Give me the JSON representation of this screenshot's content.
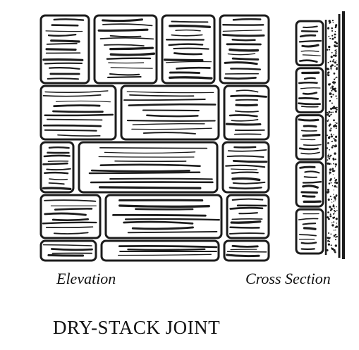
{
  "elevation": {
    "caption": "Elevation",
    "stones": [
      {
        "r": 0,
        "c": 0
      },
      {
        "r": 0,
        "c": 1
      },
      {
        "r": 0,
        "c": 2
      },
      {
        "r": 0,
        "c": 3
      },
      {
        "r": 1,
        "c": 0
      },
      {
        "r": 1,
        "c": 1
      },
      {
        "r": 1,
        "c": 2
      },
      {
        "r": 2,
        "c": 0
      },
      {
        "r": 2,
        "c": 1
      },
      {
        "r": 2,
        "c": 2
      },
      {
        "r": 3,
        "c": 0
      },
      {
        "r": 3,
        "c": 1
      },
      {
        "r": 3,
        "c": 2
      },
      {
        "r": 4,
        "c": 0
      },
      {
        "r": 4,
        "c": 1
      },
      {
        "r": 4,
        "c": 2
      }
    ]
  },
  "cross_section": {
    "caption": "Cross Section",
    "stone_count": 5
  },
  "title": "DRY-STACK JOINT",
  "colors": {
    "ink": "#1c1c1c",
    "paper": "#ffffff"
  }
}
